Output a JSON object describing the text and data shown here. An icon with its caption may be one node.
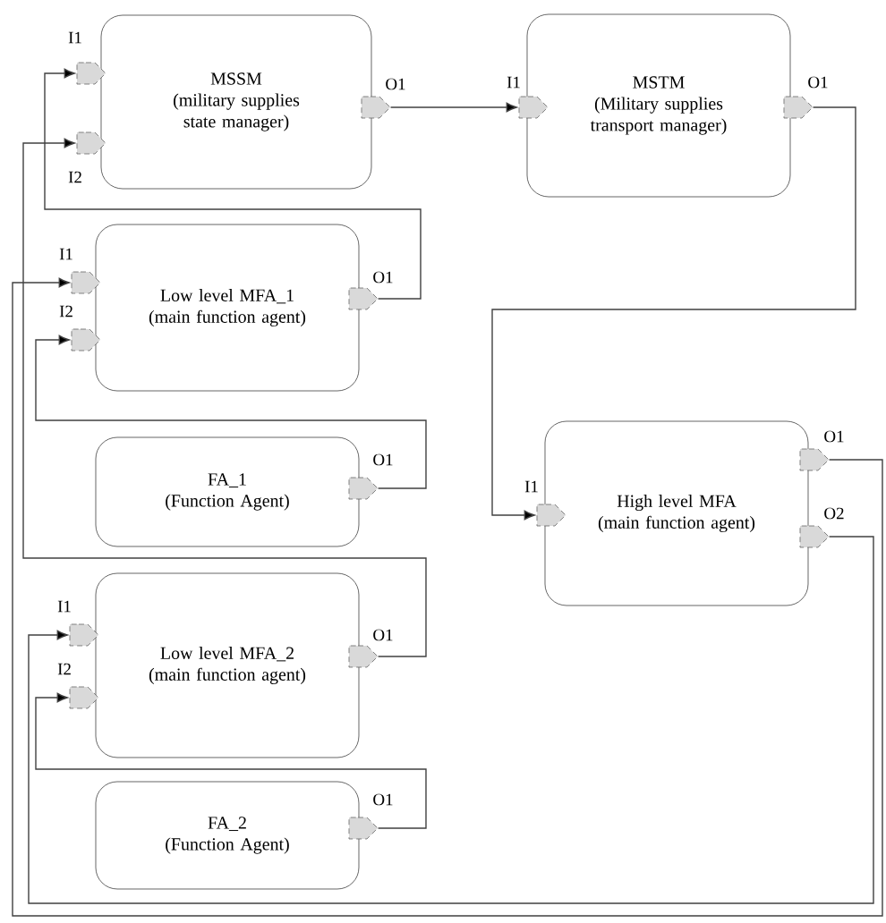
{
  "diagram": {
    "nodes": [
      {
        "text": [
          "MSSM",
          "(military supplies state manager)"
        ]
      },
      {
        "text": [
          "I1"
        ]
      },
      {
        "text": [
          "I2"
        ]
      },
      {
        "text": [
          "O1"
        ]
      },
      {
        "text": [
          "MSTM",
          "(Military supplies transport manager)"
        ]
      },
      {
        "text": [
          "I1"
        ]
      },
      {
        "text": [
          "O1"
        ]
      },
      {
        "text": [
          "Low level  MFA_1",
          "(main function agent)"
        ]
      },
      {
        "text": [
          "I1"
        ]
      },
      {
        "text": [
          "I2"
        ]
      },
      {
        "text": [
          "O1"
        ]
      },
      {
        "text": [
          "FA_1",
          "(Function Agent)"
        ]
      },
      {
        "text": [
          "O1"
        ]
      },
      {
        "text": [
          "High level MFA",
          "(main function agent)"
        ]
      },
      {
        "text": [
          "I1"
        ]
      },
      {
        "text": [
          "O1"
        ]
      },
      {
        "text": [
          "O2"
        ]
      },
      {
        "text": [
          "Low level  MFA_2",
          "(main function agent)"
        ]
      },
      {
        "text": [
          "I1"
        ]
      },
      {
        "text": [
          "I2"
        ]
      },
      {
        "text": [
          "O1"
        ]
      },
      {
        "text": [
          "FA_2",
          "(Function Agent)"
        ]
      },
      {
        "text": [
          "O1"
        ]
      }
    ],
    "edges": [
      {
        "from": 3,
        "to": 5,
        "arrow": "to"
      },
      {
        "from": 6,
        "to": 14,
        "arrow": "to"
      },
      {
        "from": 10,
        "to": 1,
        "arrow": "to"
      },
      {
        "from": 20,
        "to": 2,
        "arrow": "to"
      },
      {
        "from": 15,
        "to": 8,
        "arrow": "to"
      },
      {
        "from": 12,
        "to": 9,
        "arrow": "to"
      },
      {
        "from": 16,
        "to": 18,
        "arrow": "to"
      },
      {
        "from": 22,
        "to": 19,
        "arrow": "to"
      }
    ]
  }
}
